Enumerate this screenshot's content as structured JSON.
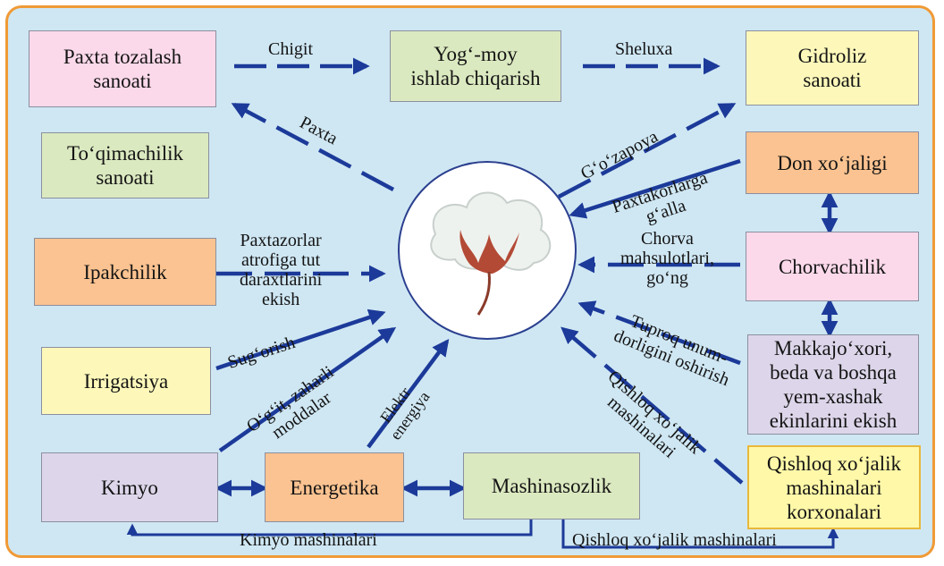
{
  "colors": {
    "frame_border": "#f09a36",
    "background": "#cfe7f3",
    "arrow": "#1c3a99",
    "pink": "#fbd9ea",
    "green": "#dbe9c0",
    "yellow": "#fdf8ba",
    "orange": "#fbc391",
    "purple": "#ddd6ea"
  },
  "center_icon": "cotton-boll-icon",
  "boxes": {
    "paxta_tozalash": "Paxta tozalash\nsanoati",
    "yog_moy": "Yog‘-moy\nishlab chiqarish",
    "gidroliz": "Gidroliz\nsanoati",
    "toqimachilik": "To‘qimachilik\nsanoati",
    "don": "Don xo‘jaligi",
    "ipakchilik": "Ipakchilik",
    "chorvachilik": "Chorvachilik",
    "irrigatsiya": "Irrigatsiya",
    "makkajoxori": "Makkajo‘xori,\nbeda va boshqa\nyem-xashak\nekinlarini ekish",
    "kimyo": "Kimyo",
    "energetika": "Energetika",
    "mashinasozlik": "Mashinasozlik",
    "qishloq_korxonalari": "Qishloq xo‘jalik\nmashinalari\nkorxonalari"
  },
  "labels": {
    "chigit": "Chigit",
    "sheluxa": "Sheluxa",
    "paxta": "Paxta",
    "gozapoya": "G‘o‘zapoya",
    "paxtakorlarga_galla": "Paxtakorlarga\ng‘alla",
    "chorva_mahsulotlari": "Chorva\nmahsulotlari,\ngo‘ng",
    "paxtazorlar": "Paxtazorlar\natrofiga tut\ndaraxtlarini\nekish",
    "sugorish": "Sug‘orish",
    "ogit": "O‘g‘it, zaharli\nmoddalar",
    "elektr": "Elektr\nenergiya",
    "tuproq": "Tuproq unum-\ndorligini oshirish",
    "qishloq_mashinalari_diag": "Qishloq xo‘jalik\nmashinalari",
    "kimyo_mashinalari": "Kimyo mashinalari",
    "qishloq_mashinalari_bottom": "Qishloq xo‘jalik mashinalari"
  }
}
